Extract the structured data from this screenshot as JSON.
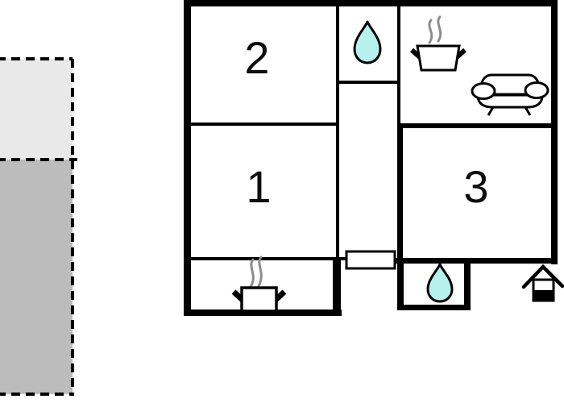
{
  "diagram_type": "floor-plan",
  "colors": {
    "wall": "#000000",
    "outline": "#000000",
    "label": "#0d0d0d",
    "water": "#b6f1ee",
    "steam": "#8d8d8d",
    "terrace_upper": "#e9e9e9",
    "terrace_lower": "#bcbcbc",
    "icon_fill": "#ffffff",
    "background": "#ffffff"
  },
  "rooms": {
    "room1": {
      "label": "1"
    },
    "room2": {
      "label": "2"
    },
    "room3": {
      "label": "3"
    }
  },
  "icons": [
    {
      "name": "water-drop-icon",
      "area": "top-hall-bathroom"
    },
    {
      "name": "cooking-pot-steam-icon",
      "area": "top-right-room"
    },
    {
      "name": "sofa-icon",
      "area": "top-right-room"
    },
    {
      "name": "cooking-pot-steam-icon",
      "area": "bottom-left-room"
    },
    {
      "name": "water-drop-icon",
      "area": "bottom-small-bathroom"
    },
    {
      "name": "house-icon",
      "area": "outside-bottom-right"
    },
    {
      "name": "door-icon",
      "area": "bottom-center-entrance"
    }
  ],
  "areas": [
    {
      "name": "terrace-upper",
      "style": "light-gray-dashed"
    },
    {
      "name": "terrace-lower",
      "style": "dark-gray-dashed"
    }
  ]
}
